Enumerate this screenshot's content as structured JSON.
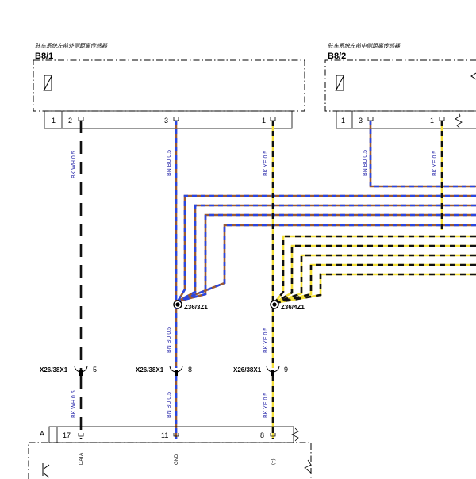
{
  "sensors": [
    {
      "title": "驻车系统左前外侧距离传感器",
      "id": "B8/1",
      "pins": [
        "1",
        "2",
        "3",
        "1"
      ]
    },
    {
      "title": "驻车系统左前中侧距离传感器",
      "id": "B8/2",
      "pins": [
        "1",
        "3",
        "1"
      ]
    }
  ],
  "wires": {
    "bk_wh": "BK WH 0.5",
    "bn_bu": "BN BU 0.5",
    "bk_ye": "BK YE 0.5"
  },
  "splices": {
    "bn_bu": "Z36/3Z1",
    "bk_ye": "Z36/4Z1"
  },
  "connector": {
    "id": "X26/38X1",
    "pins": [
      "5",
      "8",
      "9"
    ]
  },
  "module": {
    "label": "A",
    "pins": [
      "17",
      "11",
      "8"
    ],
    "signals": [
      "DATA",
      "GND",
      "(+)"
    ]
  },
  "colors": {
    "black": "#111111",
    "white": "#ffffff",
    "brown": "#9a5a35",
    "blue": "#2a46e0",
    "yellow": "#f4e03a",
    "label_blue": "#2323a8"
  }
}
